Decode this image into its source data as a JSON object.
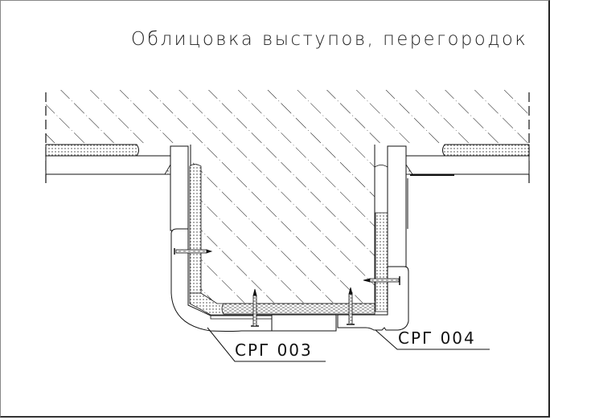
{
  "drawing": {
    "title": "Облицовка выступов, перегородок",
    "labels": [
      {
        "id": "SRG003",
        "text": "СРГ 003"
      },
      {
        "id": "SRG004",
        "text": "СРГ 004"
      }
    ],
    "colors": {
      "line": "#111111",
      "frame_right": "#222222",
      "hatch": "#111111",
      "fill_dots": "#333333",
      "background": "#ffffff"
    },
    "elements": [
      "wall-hatch",
      "left-panel",
      "right-panel",
      "corner-profile-srg-003",
      "corner-profile-srg-004",
      "screws",
      "adhesive-layer"
    ]
  }
}
